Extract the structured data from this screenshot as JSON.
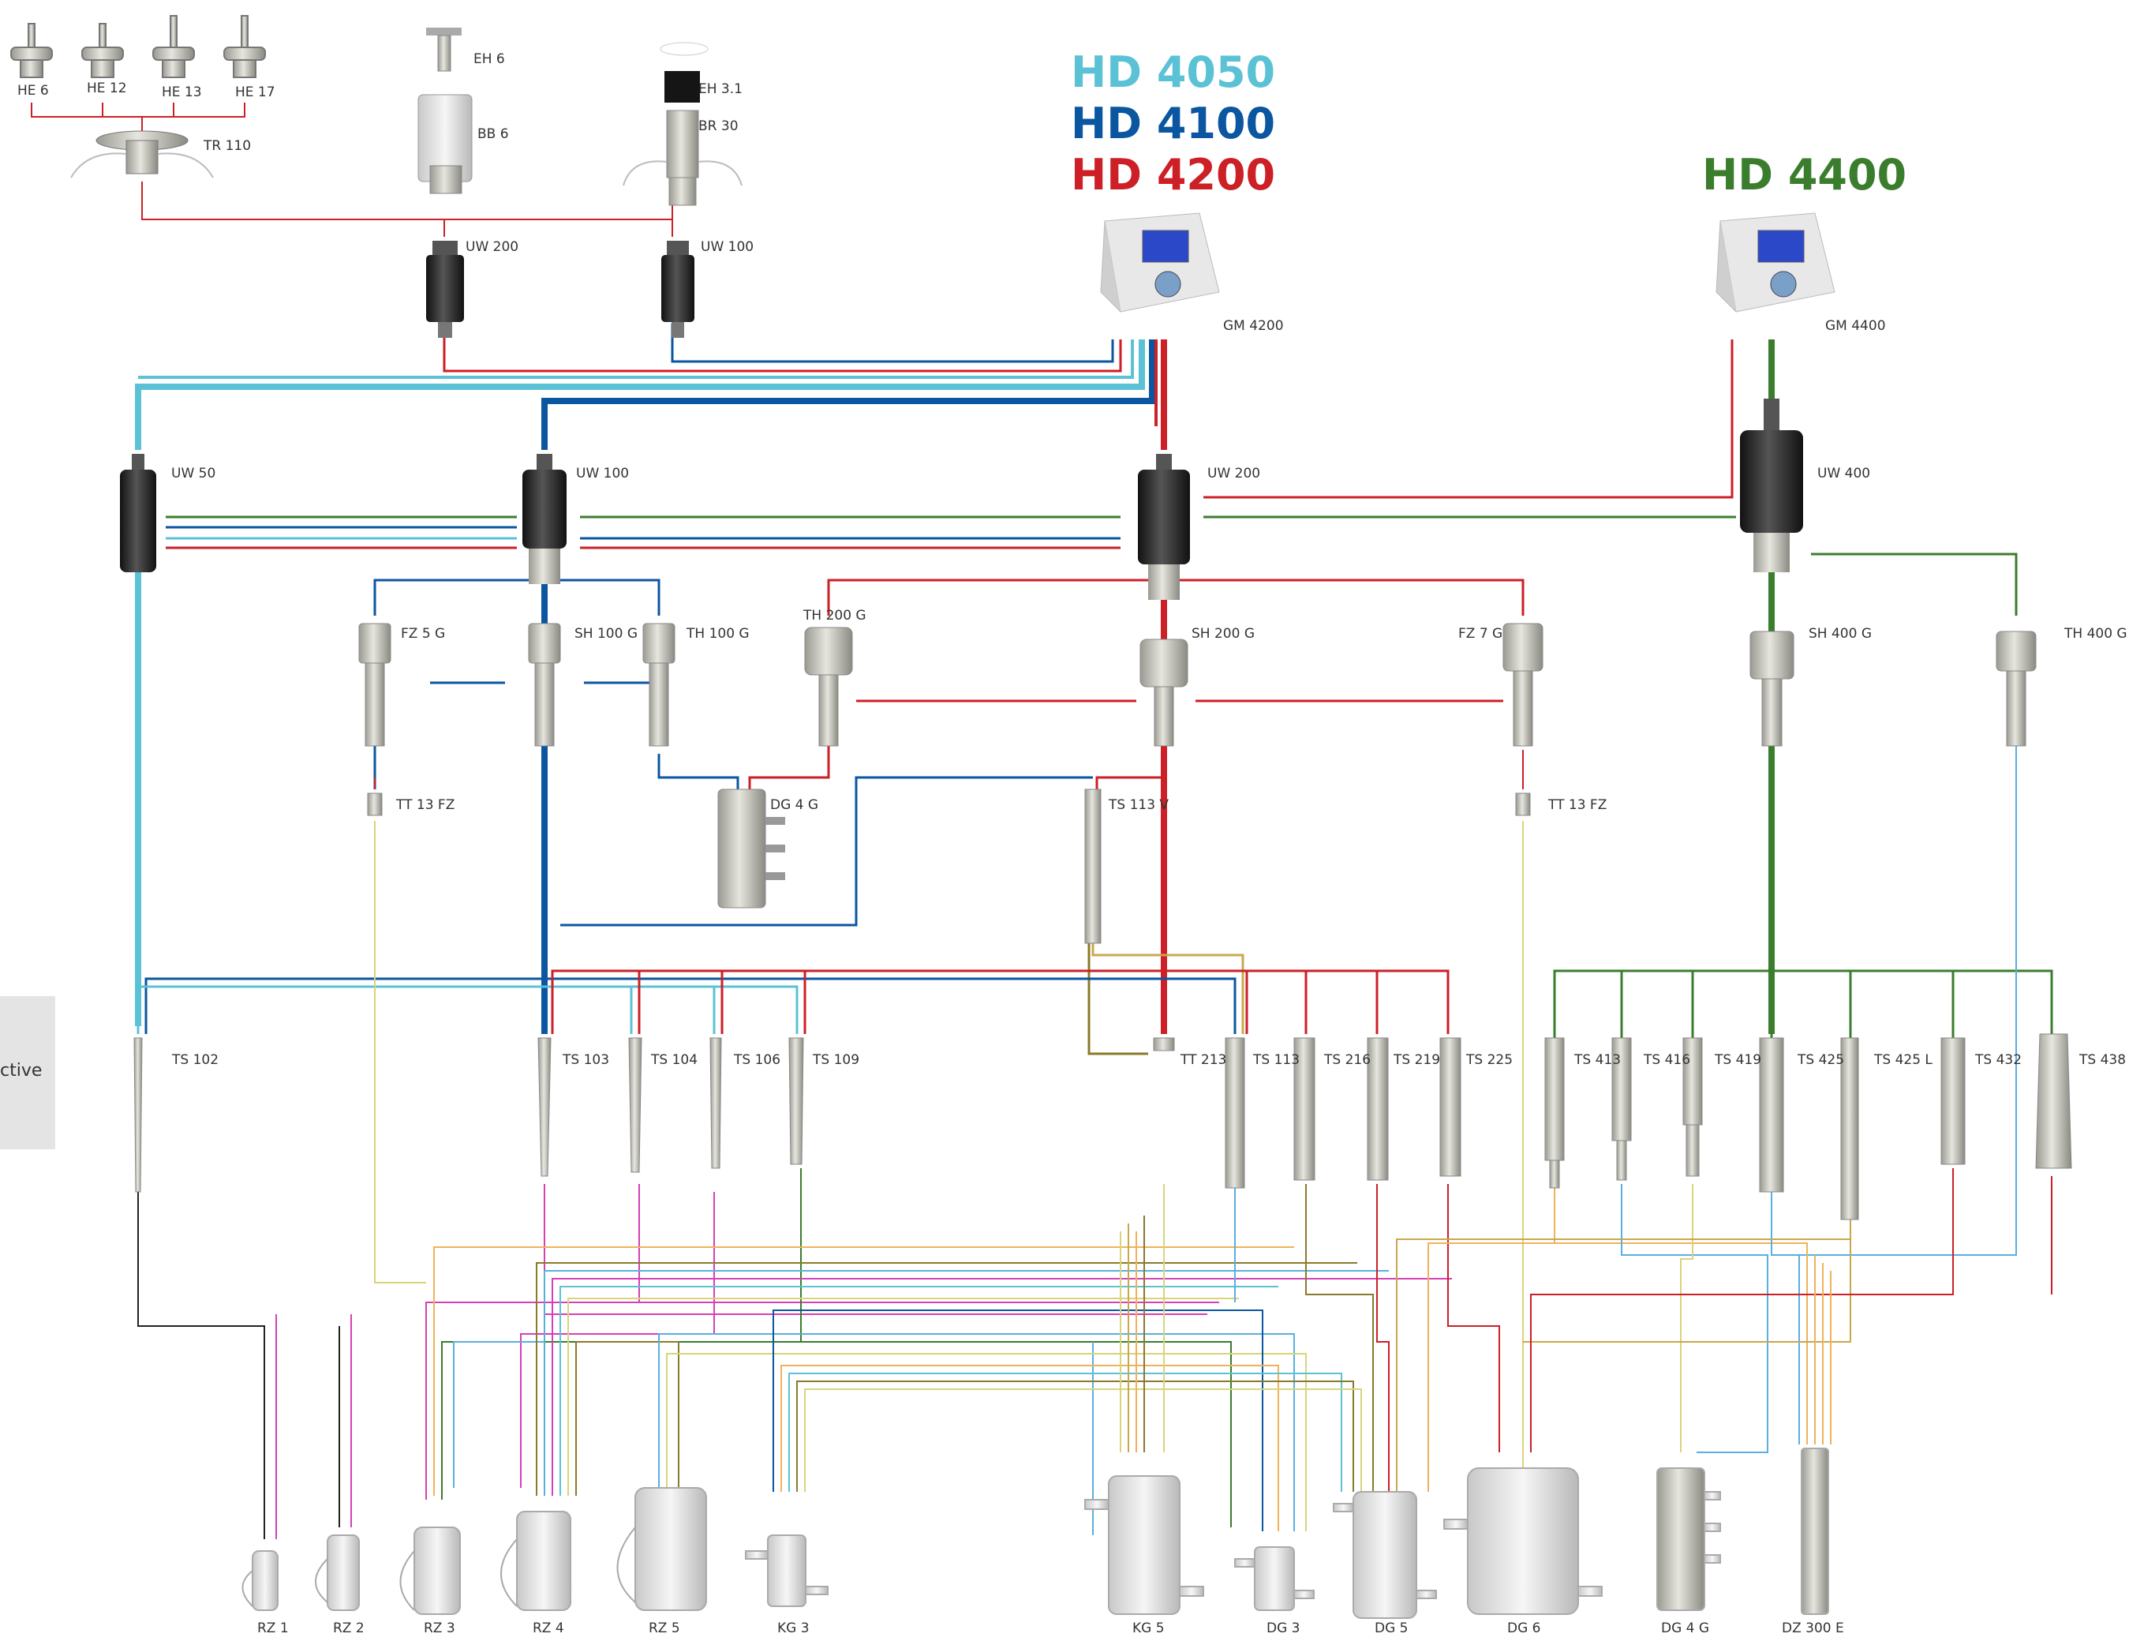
{
  "titles": {
    "hd4050": "HD 4050",
    "hd4100": "HD 4100",
    "hd4200": "HD 4200",
    "hd4400": "HD 4400"
  },
  "colors": {
    "hd4050": "#5bc2d6",
    "hd4100": "#0a56a0",
    "hd4200": "#cc1f26",
    "hd4400": "#3a7d2c",
    "pink": "#d63fb8",
    "yellow": "#d9d47a",
    "orange": "#f0b25a",
    "olive": "#8a7a2a",
    "black": "#222222",
    "skyblue": "#5aaee0",
    "tan": "#c9a84c"
  },
  "side_tab": {
    "label": "ctive"
  },
  "labels": {
    "he6": "HE 6",
    "he12": "HE 12",
    "he13": "HE 13",
    "he17": "HE 17",
    "tr110": "TR 110",
    "eh6": "EH 6",
    "bb6": "BB 6",
    "eh31": "EH 3.1",
    "br30": "BR 30",
    "uw200_top": "UW 200",
    "uw100_top": "UW 100",
    "gm4200": "GM 4200",
    "gm4400": "GM 4400",
    "uw50": "UW 50",
    "uw100": "UW 100",
    "uw200": "UW 200",
    "uw400": "UW 400",
    "fz5g": "FZ 5 G",
    "sh100g": "SH 100 G",
    "th100g": "TH 100 G",
    "th200g": "TH 200 G",
    "sh200g": "SH 200 G",
    "fz7g": "FZ 7 G",
    "sh400g": "SH 400 G",
    "th400g": "TH 400 G",
    "tt13fz_a": "TT 13 FZ",
    "dg4g_mid": "DG 4 G",
    "ts113v": "TS 113 V",
    "tt13fz_b": "TT 13 FZ",
    "ts102": "TS 102",
    "ts103": "TS 103",
    "ts104": "TS 104",
    "ts106": "TS 106",
    "ts109": "TS 109",
    "tt213": "TT 213",
    "ts113": "TS 113",
    "ts216": "TS 216",
    "ts219": "TS 219",
    "ts225": "TS 225",
    "ts413": "TS 413",
    "ts416": "TS 416",
    "ts419": "TS 419",
    "ts425": "TS 425",
    "ts425l": "TS 425 L",
    "ts432": "TS 432",
    "ts438": "TS 438",
    "rz1": "RZ 1",
    "rz2": "RZ 2",
    "rz3": "RZ 3",
    "rz4": "RZ 4",
    "rz5": "RZ 5",
    "kg3": "KG 3",
    "kg5": "KG 5",
    "dg3": "DG 3",
    "dg5": "DG 5",
    "dg6": "DG 6",
    "dg4g_bot": "DG 4 G",
    "dz300e": "DZ 300 E"
  }
}
